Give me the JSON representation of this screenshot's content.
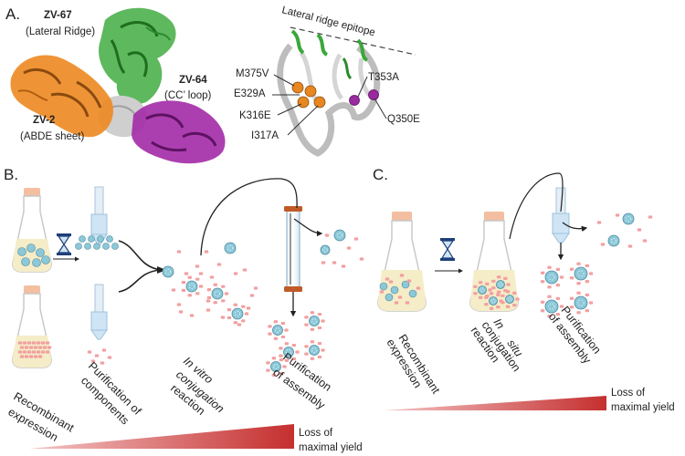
{
  "panel_a": {
    "letter": "A.",
    "zv67_name": "ZV-67",
    "zv67_desc": "(Lateral Ridge)",
    "zv64_name": "ZV-64",
    "zv64_desc": "(CC’ loop)",
    "zv2_name": "ZV-2",
    "zv2_desc": "(ABDE sheet)",
    "epitope_title": "Lateral ridge epitope",
    "mutations_orange": [
      "M375V",
      "E329A",
      "K316E",
      "I317A"
    ],
    "mutations_purple": [
      "T353A",
      "Q350E"
    ],
    "colors": {
      "orange": "#e8861f",
      "green": "#3aa83a",
      "purple": "#9a2aa0",
      "grey": "#c8c8c8"
    }
  },
  "panel_b": {
    "letter": "B.",
    "steps": [
      {
        "line1": "Recombinant",
        "line2": "expression",
        "italic": false
      },
      {
        "line1": "Purification of",
        "line2": "components",
        "italic": false
      },
      {
        "line1": "In vitro",
        "line2": "conjugation",
        "line3": "reaction",
        "italic": true
      },
      {
        "line1": "Purification",
        "line2": "of assembly",
        "italic": false
      }
    ],
    "yield_label_1": "Loss of",
    "yield_label_2": "maximal yield"
  },
  "panel_c": {
    "letter": "C.",
    "steps": [
      {
        "line1": "Recombinant",
        "line2": "expression"
      },
      {
        "line1": "In",
        "line1b": "situ",
        "line2": "conjugation",
        "line3": "reaction"
      },
      {
        "line1": "Purification",
        "line2": "of assembly"
      }
    ],
    "yield_label_1": "Loss of",
    "yield_label_2": "maximal yield"
  },
  "colors": {
    "flask_liquid": "#f5ecc8",
    "flask_cap": "#f3bfa0",
    "particle": "#8cc8d8",
    "fragment": "#f2a0a0",
    "wedge": "#cc3a3a",
    "column_tube": "#7fb8e0",
    "column_cap": "#c05a28"
  }
}
